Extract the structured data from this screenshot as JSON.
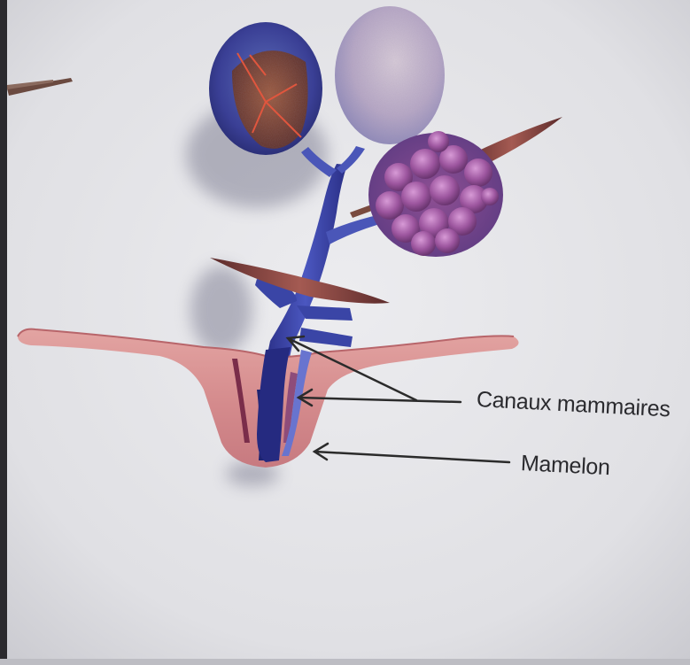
{
  "labels": {
    "canaux": "Canaux mammaires",
    "mamelon": "Mamelon"
  },
  "colors": {
    "paper": "#e4e4e8",
    "skin": "#d98a8c",
    "skin_dark": "#b9626a",
    "duct": "#3b43a8",
    "duct_dark": "#1c2066",
    "lobule_lavender": "#b9a9c9",
    "lobule_purple": "#8a4a8e",
    "muscle": "#7a3a3a",
    "arrow": "#2b2b2b"
  },
  "icons": [
    "mammary-gland-illustration"
  ]
}
